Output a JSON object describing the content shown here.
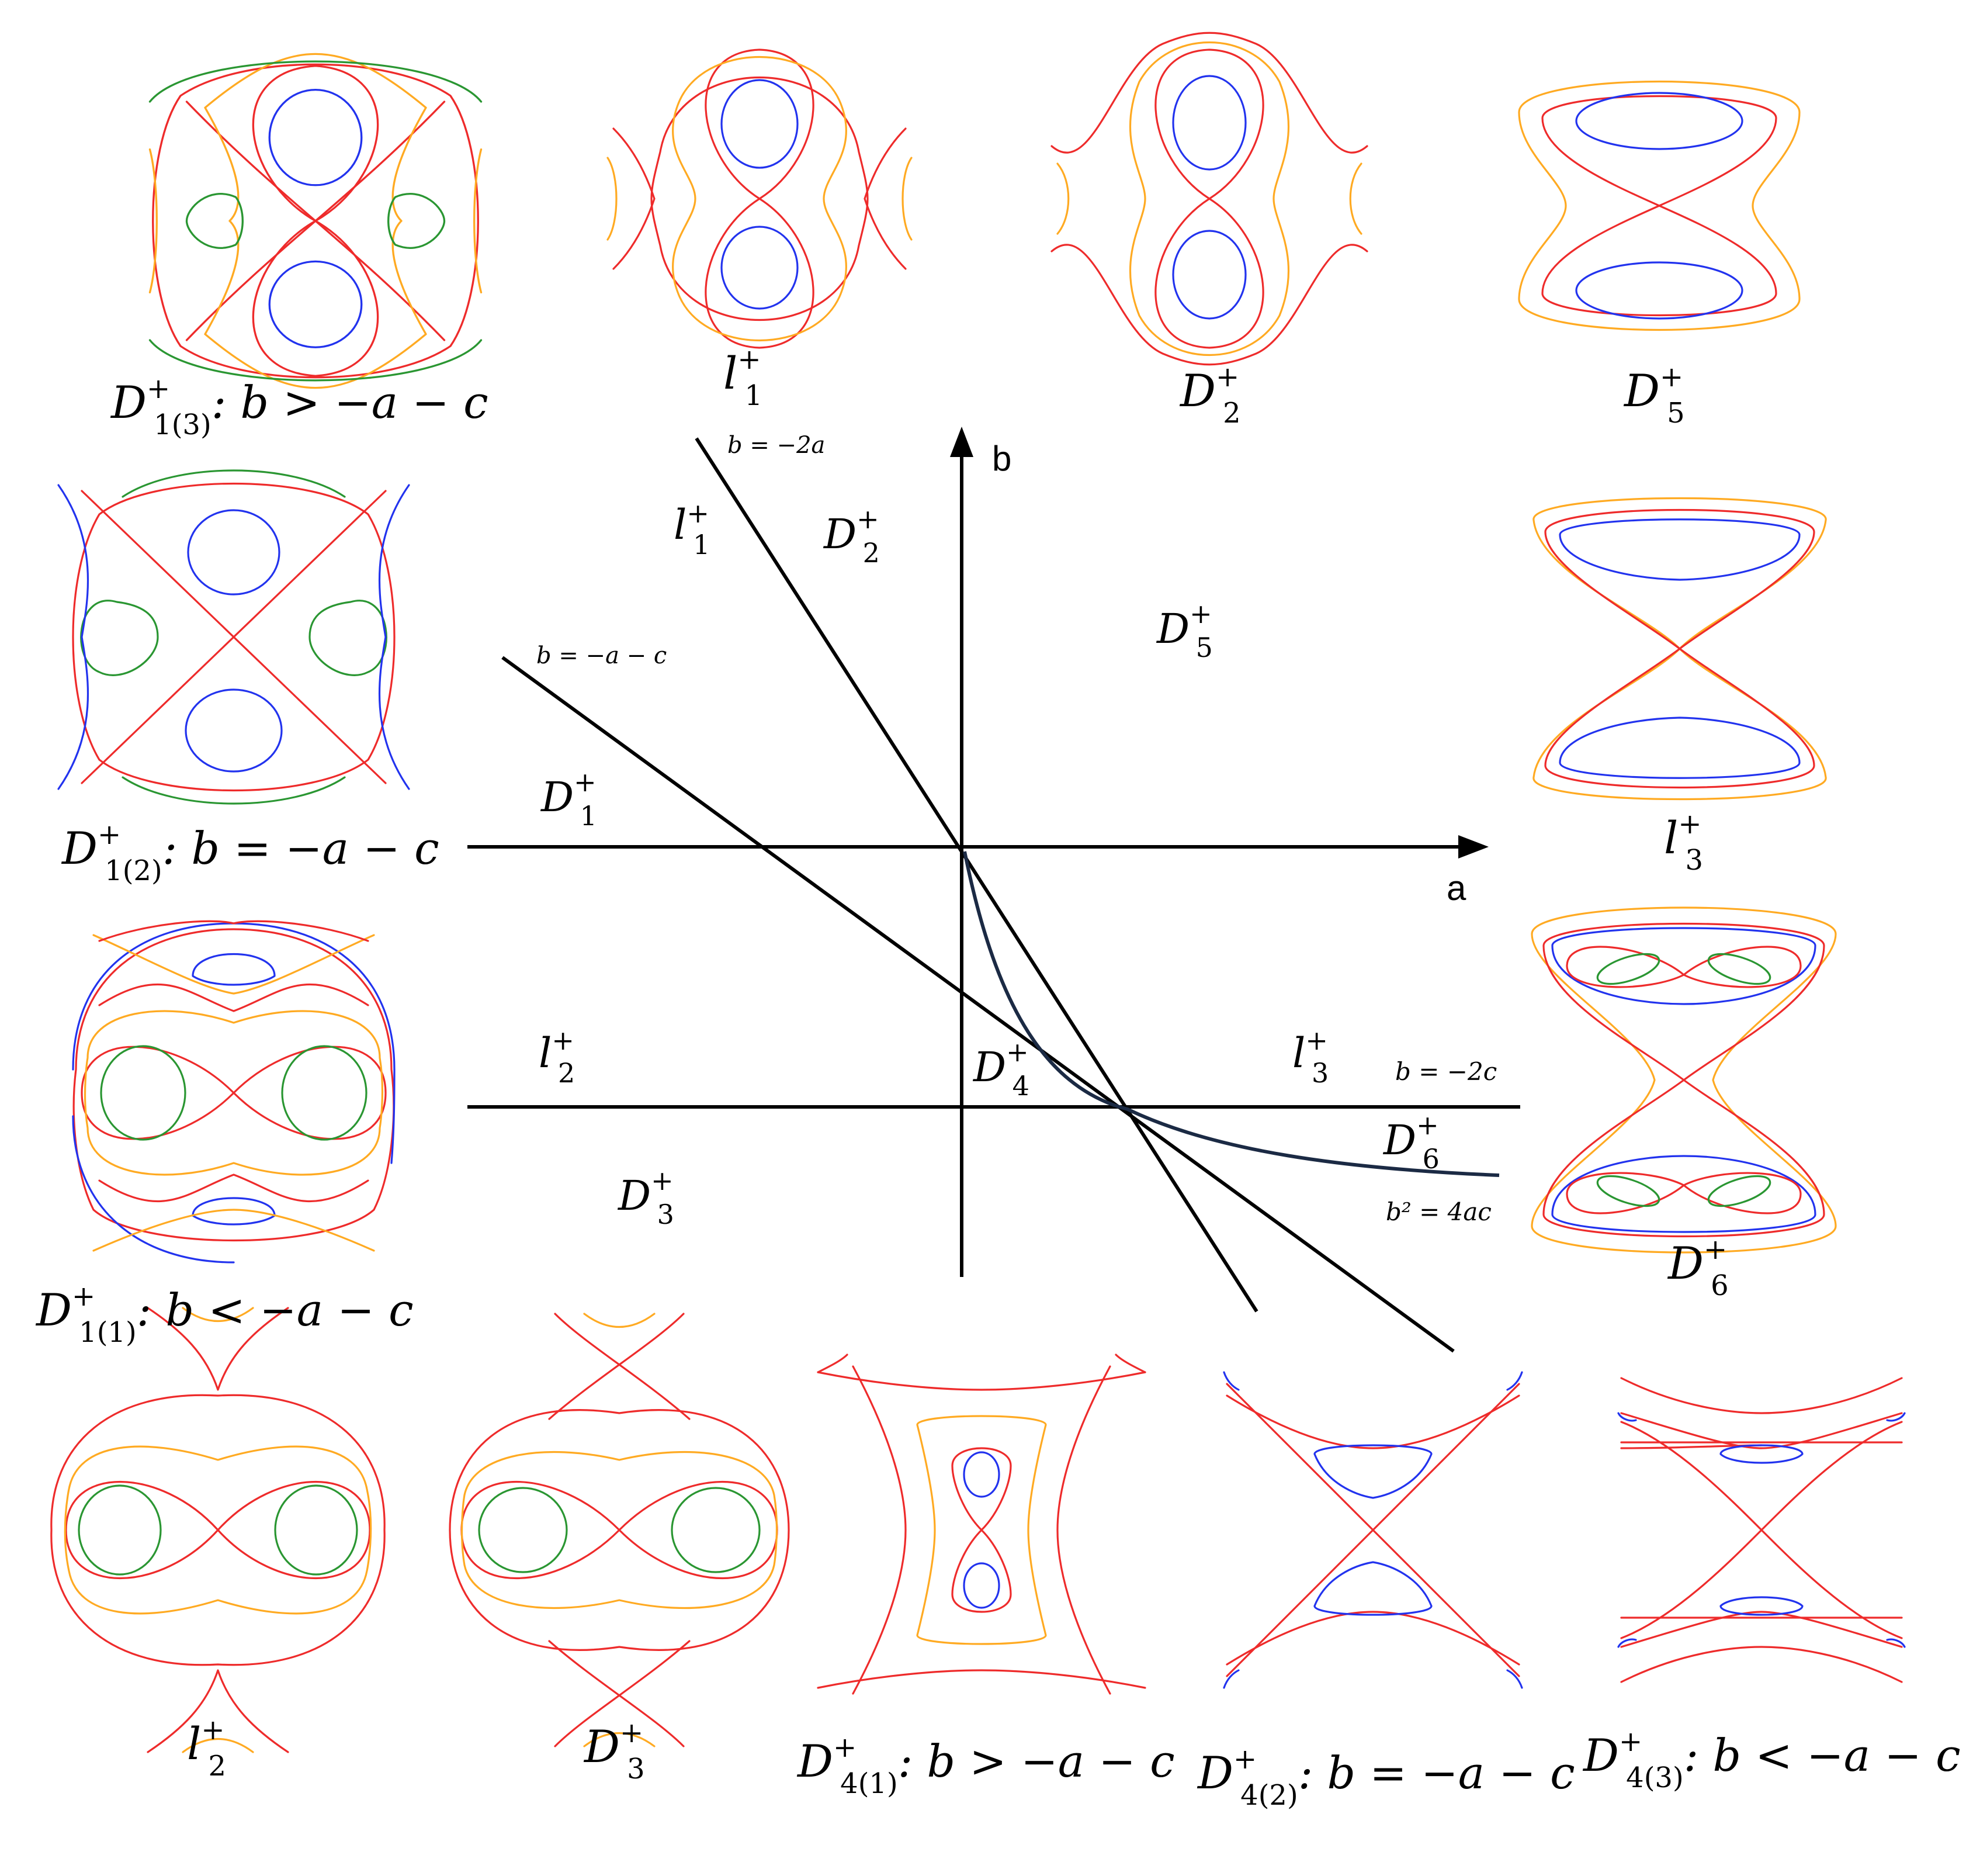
{
  "colors": {
    "red": "#ee2b2b",
    "blue": "#2233ee",
    "green": "#2a9632",
    "orange": "#ffaa22"
  },
  "axes": {
    "a": "a",
    "b": "b"
  },
  "lines": {
    "b_minus_2a": "b = −2a",
    "b_minus_a_c": "b = −a − c",
    "b_minus_2c": "b = −2c",
    "b2_4ac": "b² = 4ac"
  },
  "regions": {
    "D1": {
      "base": "D",
      "sub": "1",
      "sup": "+"
    },
    "D2": {
      "base": "D",
      "sub": "2",
      "sup": "+"
    },
    "D3": {
      "base": "D",
      "sub": "3",
      "sup": "+"
    },
    "D4": {
      "base": "D",
      "sub": "4",
      "sup": "+"
    },
    "D5": {
      "base": "D",
      "sub": "5",
      "sup": "+"
    },
    "D6": {
      "base": "D",
      "sub": "6",
      "sup": "+"
    },
    "l1": {
      "base": "l",
      "sub": "1",
      "sup": "+"
    },
    "l2": {
      "base": "l",
      "sub": "2",
      "sup": "+"
    },
    "l3": {
      "base": "l",
      "sub": "3",
      "sup": "+"
    }
  },
  "captions": {
    "D1_3": {
      "base": "D",
      "sub": "1(3)",
      "sup": "+",
      "cond": ": b > −a − c"
    },
    "l1": {
      "base": "l",
      "sub": "1",
      "sup": "+",
      "cond": ""
    },
    "D2": {
      "base": "D",
      "sub": "2",
      "sup": "+",
      "cond": ""
    },
    "D5": {
      "base": "D",
      "sub": "5",
      "sup": "+",
      "cond": ""
    },
    "D1_2": {
      "base": "D",
      "sub": "1(2)",
      "sup": "+",
      "cond": ": b = −a − c"
    },
    "l3": {
      "base": "l",
      "sub": "3",
      "sup": "+",
      "cond": ""
    },
    "D1_1": {
      "base": "D",
      "sub": "1(1)",
      "sup": "+",
      "cond": ": b < −a − c"
    },
    "D6": {
      "base": "D",
      "sub": "6",
      "sup": "+",
      "cond": ""
    },
    "l2": {
      "base": "l",
      "sub": "2",
      "sup": "+",
      "cond": ""
    },
    "D3": {
      "base": "D",
      "sub": "3",
      "sup": "+",
      "cond": ""
    },
    "D4_1": {
      "base": "D",
      "sub": "4(1)",
      "sup": "+",
      "cond": ": b > −a − c"
    },
    "D4_2": {
      "base": "D",
      "sub": "4(2)",
      "sup": "+",
      "cond": ": b = −a − c"
    },
    "D4_3": {
      "base": "D",
      "sub": "4(3)",
      "sup": "+",
      "cond": ": b < −a − c"
    }
  }
}
